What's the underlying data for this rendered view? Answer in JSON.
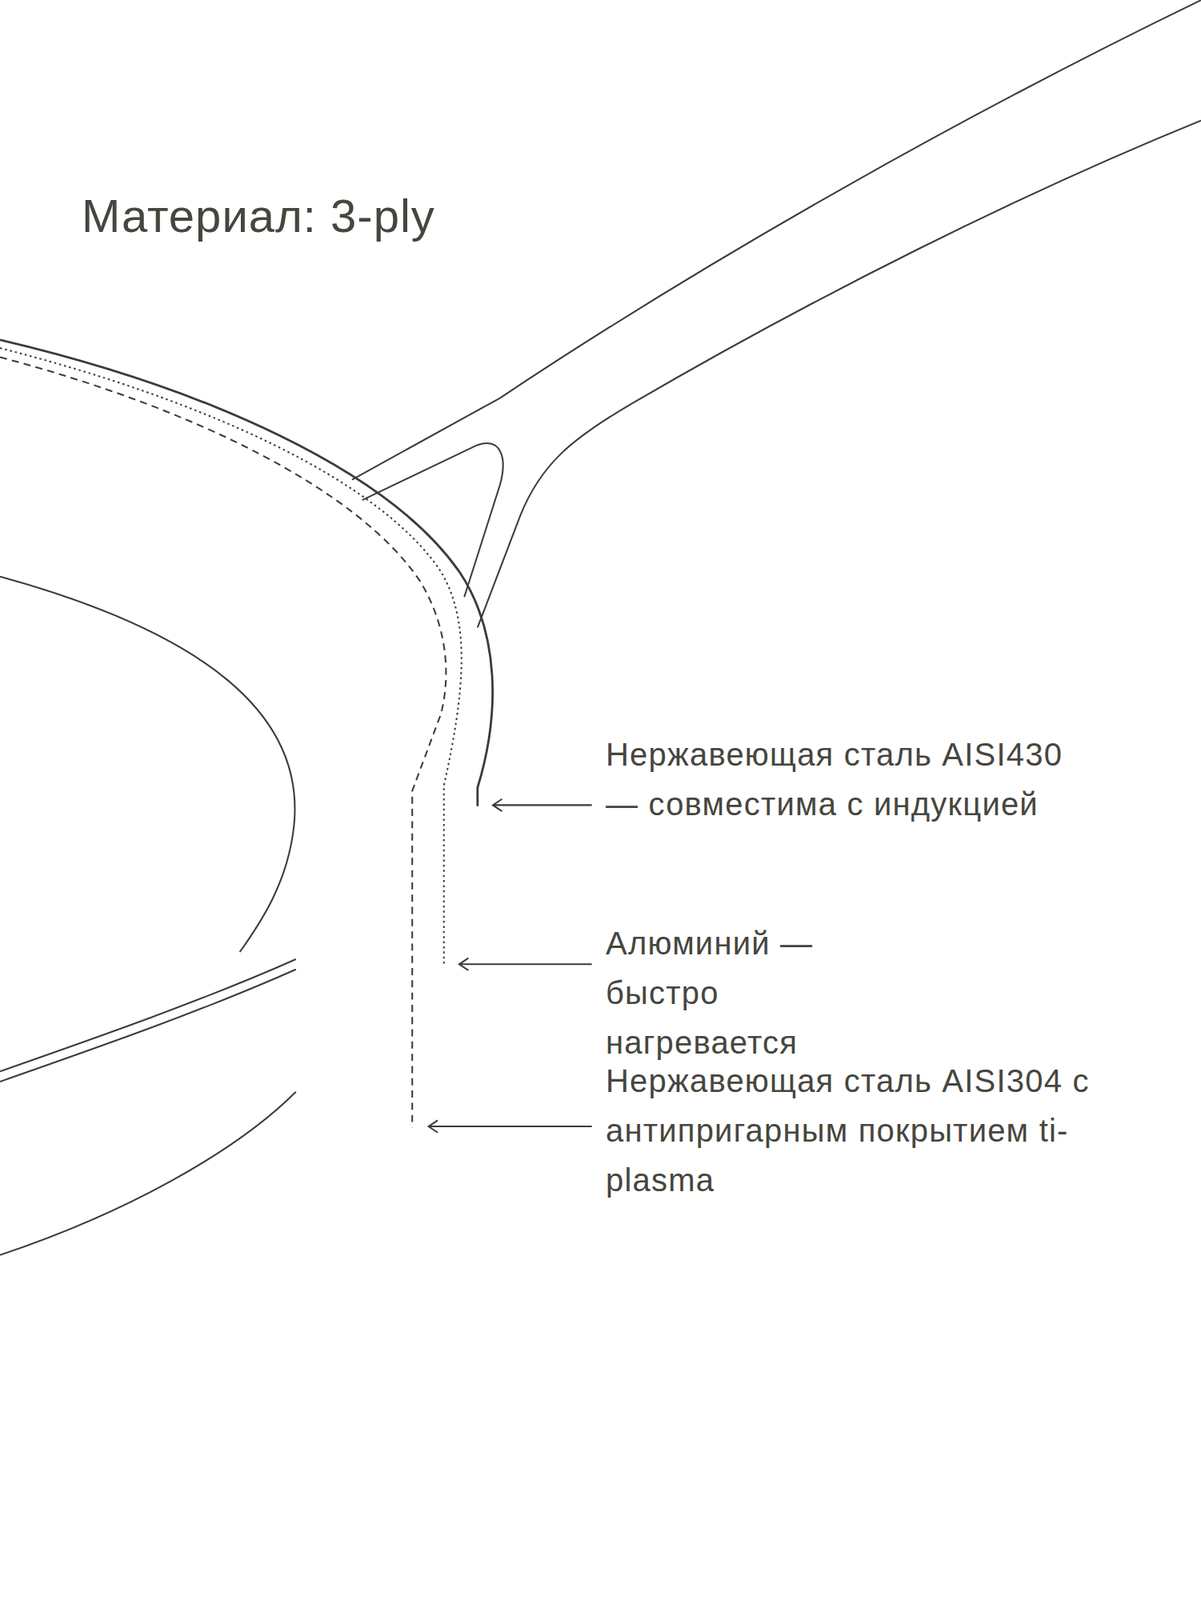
{
  "diagram": {
    "title": "Материал: 3-ply",
    "labels": [
      "Нержавеющая сталь AISI430 — совместима с индукцией",
      "Алюминий — быстро нагревается",
      "Нержавеющая сталь AISI304 с антипригарным покрытием ti-plasma"
    ]
  }
}
